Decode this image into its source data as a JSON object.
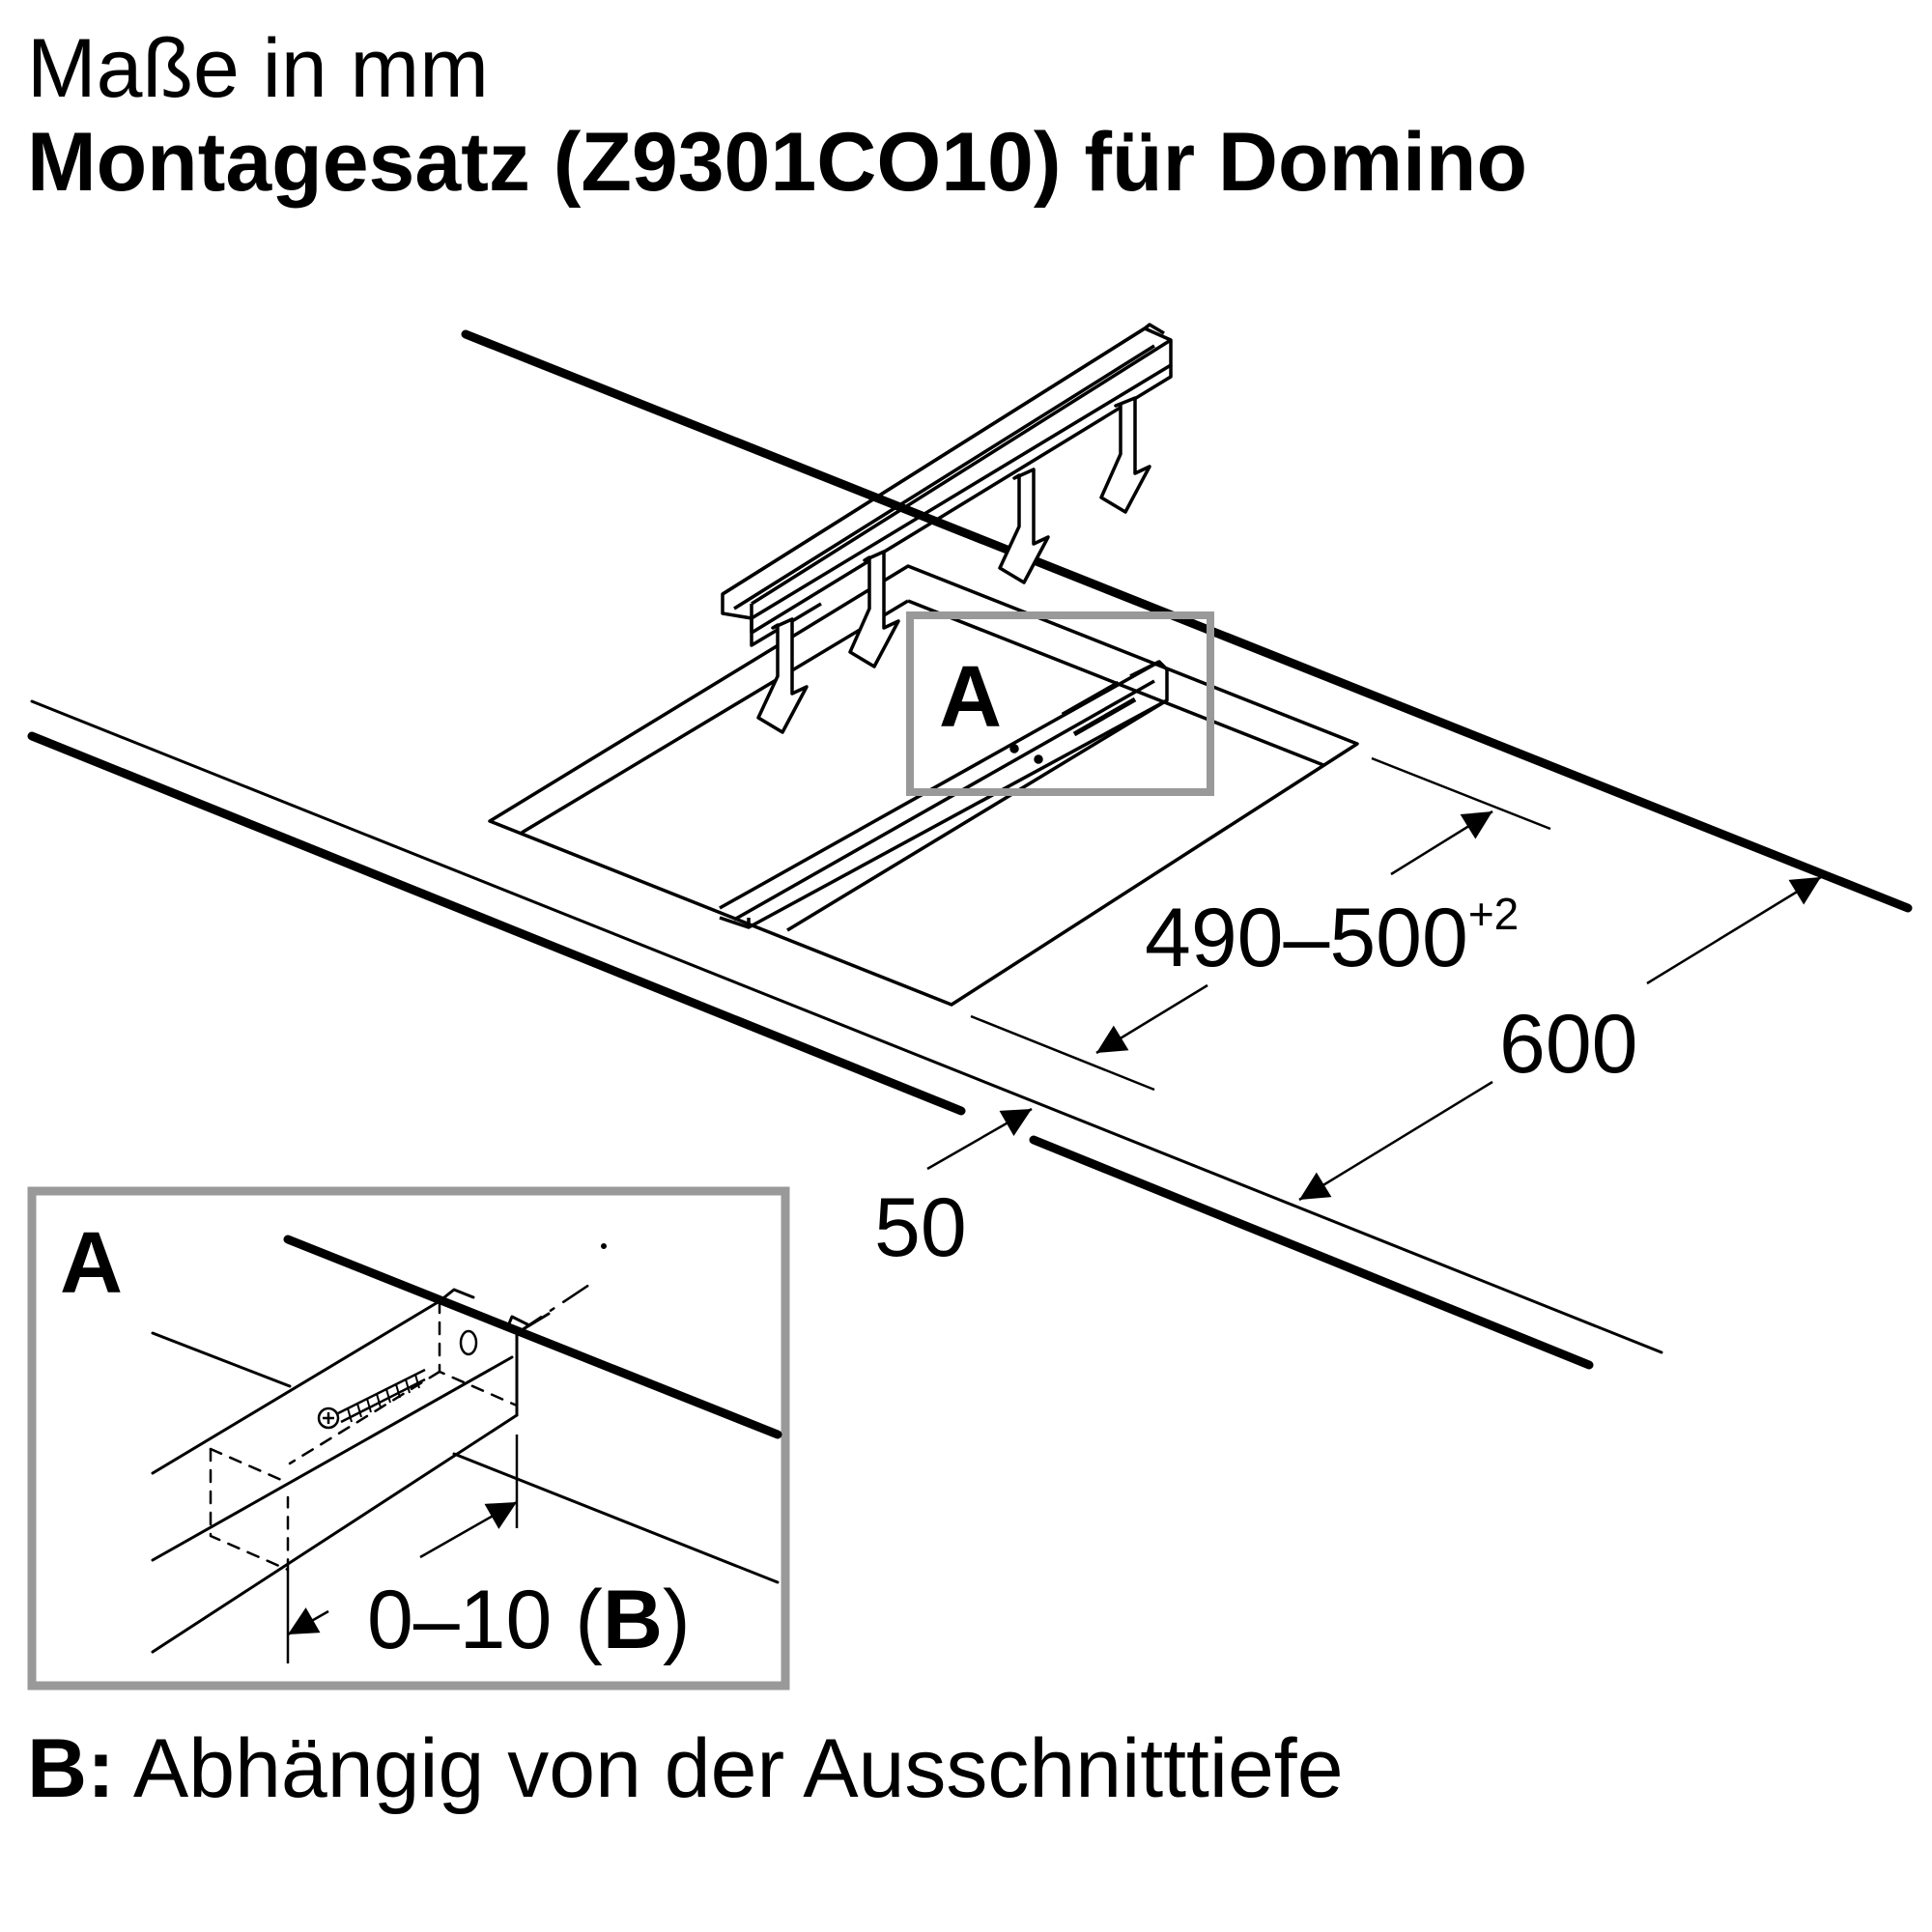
{
  "header": {
    "units": "Maße in mm",
    "title": "Montagesatz (Z9301CO10) für Domino"
  },
  "dimensions": {
    "cutout_depth": "490–500",
    "cutout_tolerance": "+2",
    "countertop_depth": "600",
    "front_edge": "50",
    "offset": "0–10 (",
    "offset_ref": "B",
    "offset_close": ")"
  },
  "callouts": {
    "detail_marker": "A",
    "detail_title": "A"
  },
  "footnote": {
    "key": "B:",
    "text": "Abhängig von der Ausschnitttiefe"
  },
  "colors": {
    "line": "#000000",
    "callout_frame": "#999999",
    "background": "#ffffff"
  }
}
